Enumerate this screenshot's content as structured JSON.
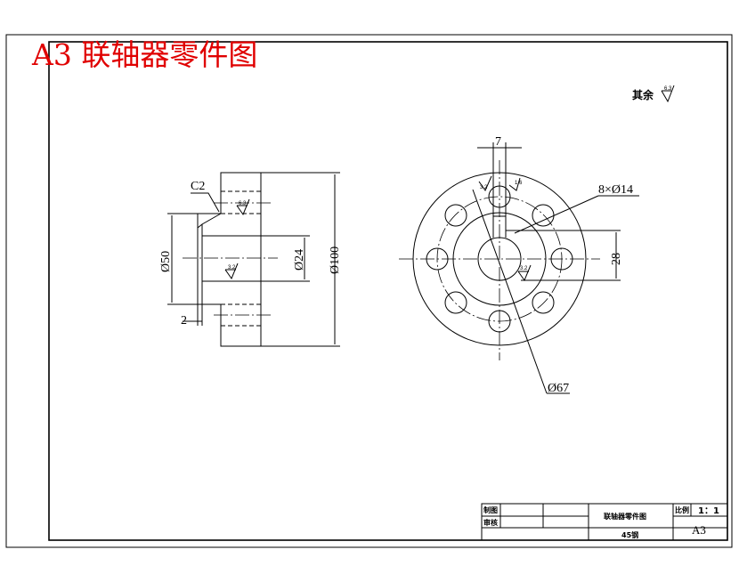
{
  "title": "A3 联轴器零件图",
  "roughness_note": {
    "label": "其余",
    "value": "6.3"
  },
  "left_view": {
    "chamfer": "C2",
    "dia_bore": "Ø50",
    "dia_hole": "Ø24",
    "dia_outer": "Ø100",
    "width_2": "2",
    "rough_top": "6.3",
    "rough_bore": "3.2"
  },
  "right_view": {
    "key_width": "7",
    "key_height": "28",
    "holes": "8×Ø14",
    "pcd": "Ø67",
    "rough_key": "3.2",
    "rough_key2": "1.6",
    "rough_bore": "3.2"
  },
  "title_block": {
    "made_by": "制图",
    "checked_by": "审核",
    "part_name": "联轴器零件图",
    "material": "45钢",
    "scale_label": "比例",
    "scale_value": "1：1",
    "sheet": "A3"
  }
}
